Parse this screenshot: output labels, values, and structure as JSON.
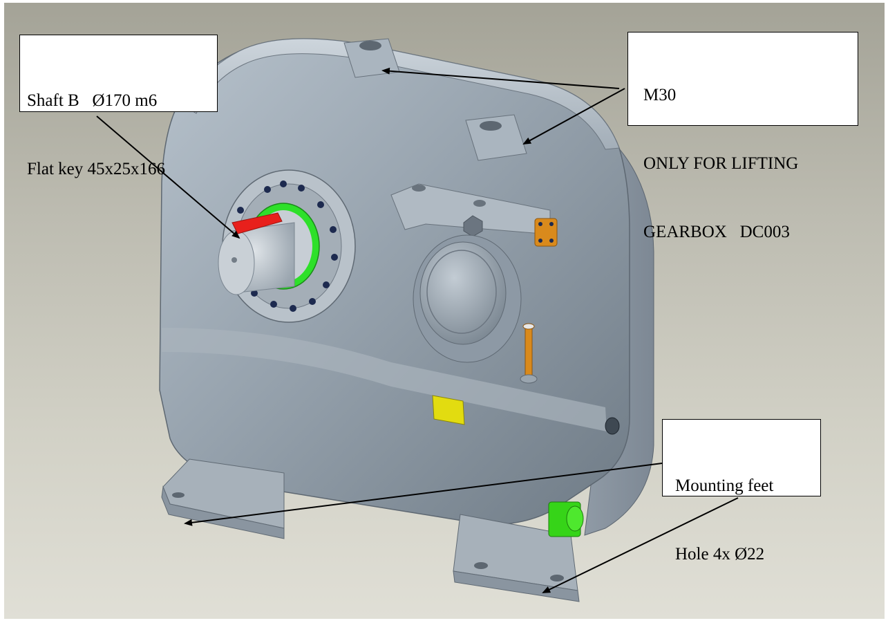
{
  "callouts": {
    "shaft": {
      "lines": [
        "Shaft B   Ø170 m6",
        "Flat key 45x25x166"
      ]
    },
    "lifting": {
      "lines": [
        "M30",
        "ONLY FOR LIFTING",
        "GEARBOX   DC003"
      ]
    },
    "feet": {
      "lines": [
        "Mounting feet",
        "Hole 4x Ø22"
      ]
    }
  },
  "colors": {
    "background_top": "#a4a397",
    "background_bottom": "#e0dfd6",
    "housing": "#8e9aa6",
    "key": "#e8201c",
    "seal": "#2ee02a",
    "oil_fittings": "#d98a1c",
    "nameplate": "#e2dc10",
    "drain_valve": "#36d418",
    "bolts": "#1d2a4f",
    "arrows": "#000000"
  }
}
